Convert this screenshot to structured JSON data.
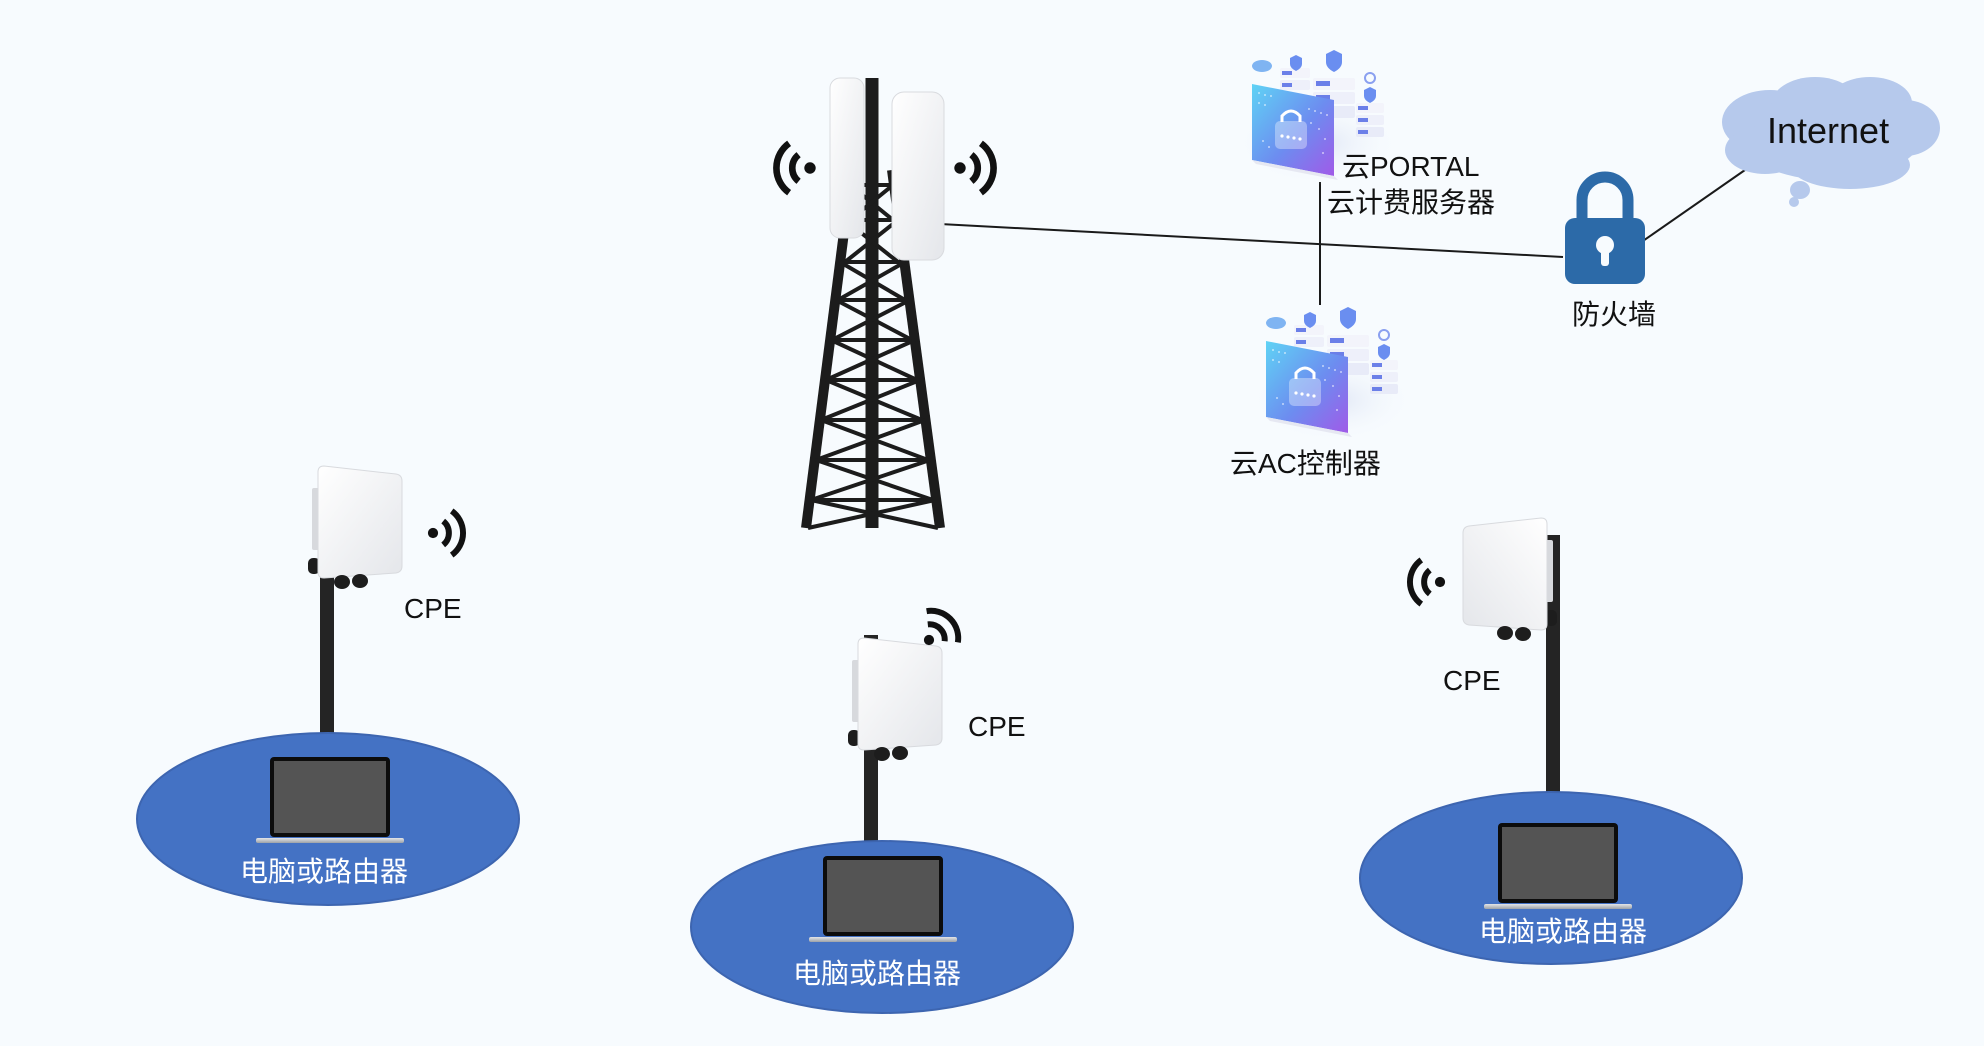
{
  "title": "云AC + 云PORTAL 无线网桥组网拓扑",
  "colors": {
    "background": "#f7fbfe",
    "ellipse_fill": "#4472c4",
    "ellipse_stroke": "#3f63a8",
    "firewall_blue": "#2c6aa8",
    "cloud_fill": "#b6c9ec",
    "line": "#1a1a1a",
    "tower": "#1c1c1c"
  },
  "nodes": {
    "internet": {
      "label": "Internet",
      "icon": "cloud-icon"
    },
    "firewall": {
      "label": "防火墙",
      "icon": "lock-icon"
    },
    "portal_server": {
      "label_line1": "云PORTAL",
      "label_line2": "云计费服务器",
      "icon": "server-cluster-icon"
    },
    "ac_controller": {
      "label": "云AC控制器",
      "icon": "server-cluster-icon"
    },
    "base_station": {
      "icon": "tower-icon",
      "antennas": 2
    },
    "cpe_sites": [
      {
        "cpe_label": "CPE",
        "client_label": "电脑或路由器"
      },
      {
        "cpe_label": "CPE",
        "client_label": "电脑或路由器"
      },
      {
        "cpe_label": "CPE",
        "client_label": "电脑或路由器"
      }
    ]
  },
  "links": [
    {
      "from": "base_station",
      "to": "firewall"
    },
    {
      "from": "portal_server",
      "to": "ac_controller"
    },
    {
      "from": "firewall",
      "to": "internet"
    }
  ]
}
